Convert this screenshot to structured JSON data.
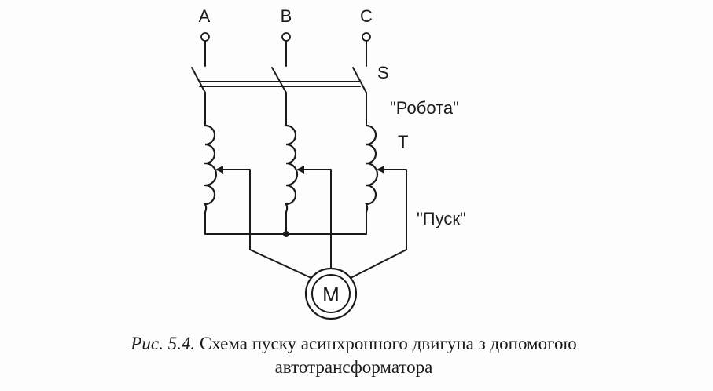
{
  "diagram": {
    "phases": [
      "A",
      "B",
      "C"
    ],
    "switch_label": "S",
    "run_label": "\"Робота\"",
    "transformer_label": "T",
    "start_label": "\"Пуск\"",
    "motor_label": "M"
  },
  "caption": {
    "figure": "Рис. 5.4.",
    "line1": "Схема пуску асинхронного двигуна з допомогою",
    "line2": "автотрансформатора"
  }
}
